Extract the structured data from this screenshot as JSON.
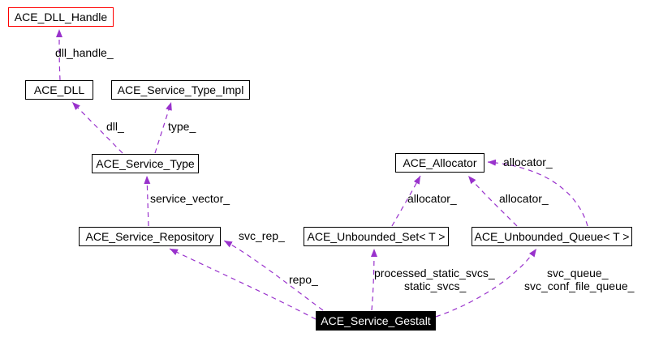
{
  "diagram": {
    "type": "doxygen-collaboration-graph",
    "colors": {
      "edge": "#9932cc",
      "node_border": "#000000",
      "node_fill": "#ffffff",
      "truncated_node_border": "#ff0000",
      "current_node_fill": "#000000",
      "current_node_text": "#ffffff",
      "background": "#ffffff"
    },
    "nodes": {
      "dll_handle": {
        "label": "ACE_DLL_Handle"
      },
      "dll": {
        "label": "ACE_DLL"
      },
      "service_type_impl": {
        "label": "ACE_Service_Type_Impl"
      },
      "service_type": {
        "label": "ACE_Service_Type"
      },
      "service_repository": {
        "label": "ACE_Service_Repository"
      },
      "allocator": {
        "label": "ACE_Allocator"
      },
      "unbounded_set": {
        "label": "ACE_Unbounded_Set< T >"
      },
      "unbounded_queue": {
        "label": "ACE_Unbounded_Queue< T >"
      },
      "service_gestalt": {
        "label": "ACE_Service_Gestalt"
      }
    },
    "edges": [
      {
        "from": "ACE_DLL",
        "to": "ACE_DLL_Handle",
        "label": "dll_handle_"
      },
      {
        "from": "ACE_Service_Type",
        "to": "ACE_DLL",
        "label": "dll_"
      },
      {
        "from": "ACE_Service_Type",
        "to": "ACE_Service_Type_Impl",
        "label": "type_"
      },
      {
        "from": "ACE_Service_Repository",
        "to": "ACE_Service_Type",
        "label": "service_vector_"
      },
      {
        "from": "ACE_Service_Gestalt",
        "to": "ACE_Service_Repository",
        "label": "svc_rep_"
      },
      {
        "from": "ACE_Service_Gestalt",
        "to": "ACE_Service_Repository",
        "label": "repo_"
      },
      {
        "from": "ACE_Service_Gestalt",
        "to": "ACE_Unbounded_Set< T >",
        "label": "processed_static_svcs_",
        "label2": "static_svcs_"
      },
      {
        "from": "ACE_Service_Gestalt",
        "to": "ACE_Unbounded_Queue< T >",
        "label": "svc_queue_",
        "label2": "svc_conf_file_queue_"
      },
      {
        "from": "ACE_Unbounded_Set< T >",
        "to": "ACE_Allocator",
        "label": "allocator_"
      },
      {
        "from": "ACE_Unbounded_Queue< T >",
        "to": "ACE_Allocator",
        "label": "allocator_"
      },
      {
        "from": "ACE_Unbounded_Queue< T >",
        "to": "ACE_Allocator",
        "label": "allocator_"
      }
    ]
  }
}
